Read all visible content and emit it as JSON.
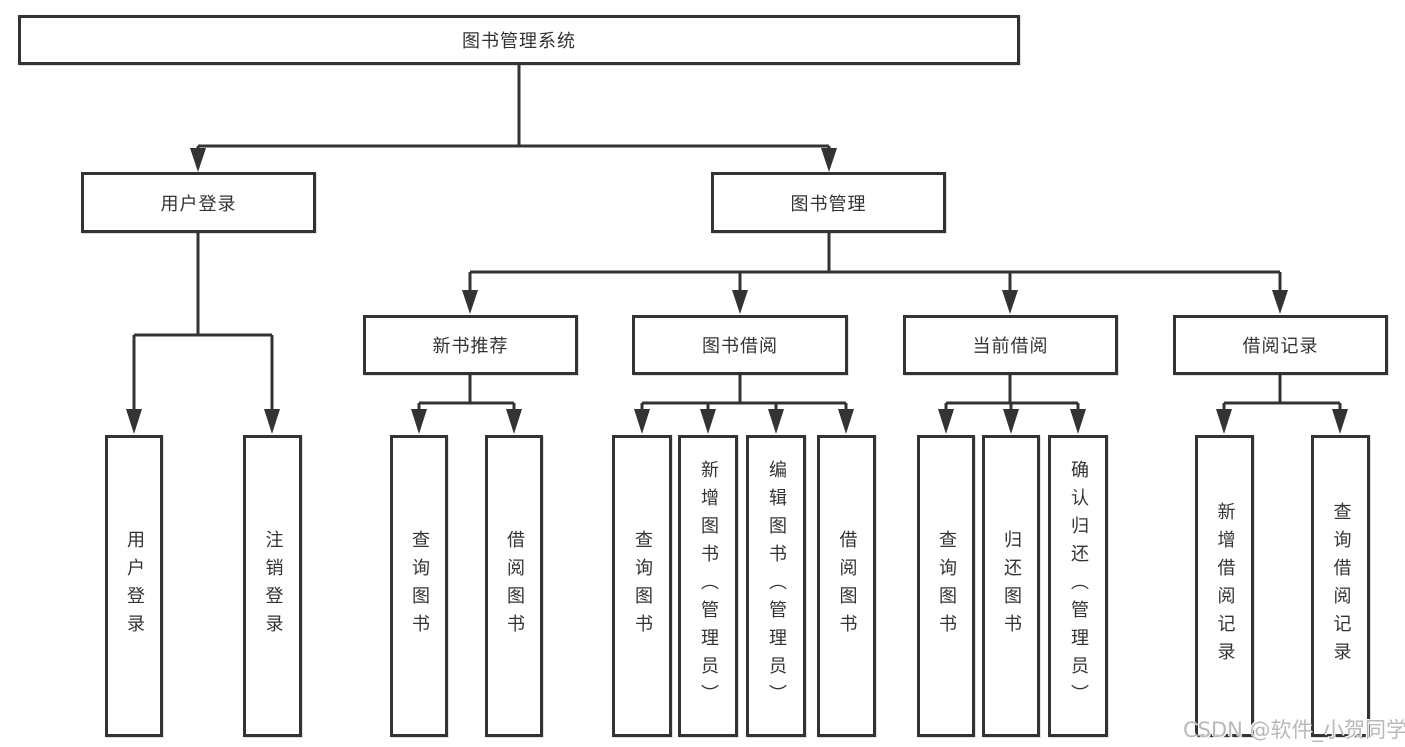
{
  "page": {
    "background": "#ffffff",
    "line_color": "#333333",
    "text_color": "#333333",
    "watermark_color": "#b9b9b9",
    "watermark": "CSDN @软件_小贺同学"
  },
  "diagram": {
    "root": {
      "label": "图书管理系统"
    },
    "branches": {
      "user_login": {
        "label": "用户登录"
      },
      "book_management": {
        "label": "图书管理"
      }
    },
    "modules": {
      "new_book_recommend": {
        "label": "新书推荐"
      },
      "book_borrowing": {
        "label": "图书借阅"
      },
      "current_borrowing": {
        "label": "当前借阅"
      },
      "borrowing_records": {
        "label": "借阅记录"
      }
    },
    "leaves": {
      "user_login": [
        "用户登录",
        "注销登录"
      ],
      "new_book_recommend": [
        "查询图书",
        "借阅图书"
      ],
      "book_borrowing": [
        "查询图书",
        "新增图书（管理员）",
        "编辑图书（管理员）",
        "借阅图书"
      ],
      "current_borrowing": [
        "查询图书",
        "归还图书",
        "确认归还（管理员）"
      ],
      "borrowing_records": [
        "新增借阅记录",
        "查询借阅记录"
      ]
    }
  }
}
